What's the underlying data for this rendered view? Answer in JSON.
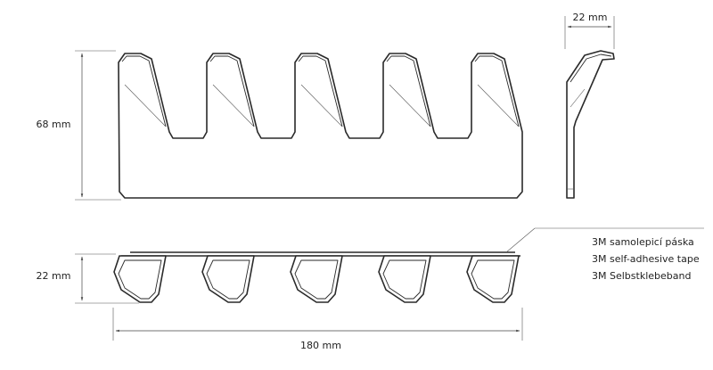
{
  "dimensions": {
    "height": "68 mm",
    "depth": "22 mm",
    "depth_side": "22 mm",
    "width": "180 mm"
  },
  "callout": {
    "line1": "3M samolepicí páska",
    "line2": "3M self-adhesive tape",
    "line3": "3M Selbstklebeband"
  },
  "hooks_count": 5
}
